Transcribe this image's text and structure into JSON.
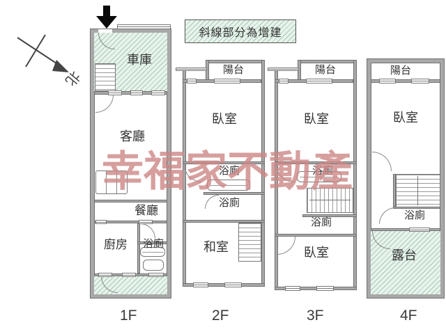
{
  "legend": {
    "label": "斜線部分為增建"
  },
  "compass": {
    "north_label": "北"
  },
  "watermark": {
    "text": "幸福家不動產",
    "color": "#cd8886"
  },
  "colors": {
    "hatch_background": "#e7f3ec",
    "hatch_line": "#a9c9b6",
    "wall_fill": "#a8a8a8",
    "wall_edge": "#6f6f6f",
    "label_text": "#333333",
    "entrance_arrow": "#0a0a0a"
  },
  "floors": [
    {
      "label": "1F",
      "rooms": {
        "garage": "車庫",
        "living_room": "客廳",
        "dining_room": "餐廳",
        "kitchen": "廚房",
        "bathroom": "浴廁"
      }
    },
    {
      "label": "2F",
      "rooms": {
        "balcony": "陽台",
        "bedroom": "臥室",
        "bathroom_upper": "浴廁",
        "bathroom_lower": "浴廁",
        "tatami_room": "和室"
      }
    },
    {
      "label": "3F",
      "rooms": {
        "balcony": "陽台",
        "bedroom_front": "臥室",
        "bathroom_upper": "浴廁",
        "bathroom_lower": "浴廁",
        "bedroom_back": "臥室"
      }
    },
    {
      "label": "4F",
      "rooms": {
        "balcony": "陽台",
        "bedroom": "臥室",
        "bathroom": "浴廁",
        "terrace": "露台"
      }
    }
  ]
}
